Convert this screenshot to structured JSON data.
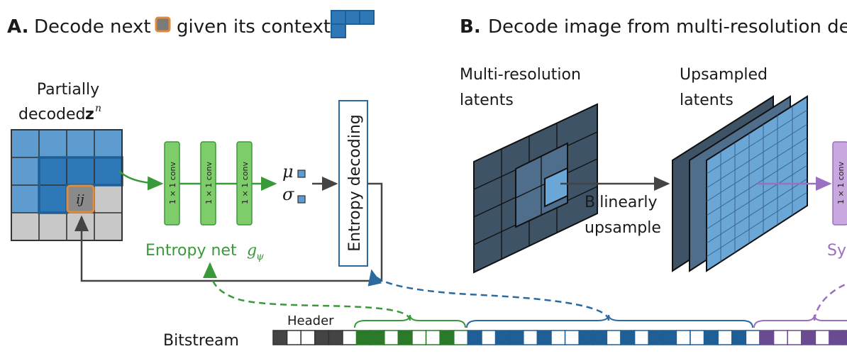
{
  "panel_a": {
    "letter": "A.",
    "title_pre": "Decode next",
    "title_mid": "given its context",
    "partially_line1": "Partially",
    "partially_line2": "decoded",
    "z_symbol": "z",
    "z_sup": "n",
    "ij": "ij",
    "conv_label": "1 × 1 conv",
    "mu": "μ",
    "sigma": "σ",
    "entropy_decoding": "Entropy decoding",
    "entropy_net": "Entropy net",
    "g_symbol": "g",
    "g_sub": "ψ"
  },
  "panel_b": {
    "letter": "B.",
    "title": "Decode image from multi-resolution dec",
    "multi_line1": "Multi-resolution",
    "multi_line2": "latents",
    "up_line1": "Upsampled",
    "up_line2": "latents",
    "bilinear_line1": "Bilinearly",
    "bilinear_line2": "upsample",
    "conv_label": "1 × 1 conv",
    "synthesis_partial": "Sy"
  },
  "bitstream": {
    "label": "Bitstream",
    "header": "Header"
  },
  "colors": {
    "green": "#3a9a3a",
    "green_light": "#7fcc6a",
    "blue": "#1f5f95",
    "blue_light": "#5fa0d0",
    "purple": "#7a52a0",
    "purple_light": "#c9a8e0",
    "orange": "#e08a3c",
    "dark": "#3e4a57"
  }
}
